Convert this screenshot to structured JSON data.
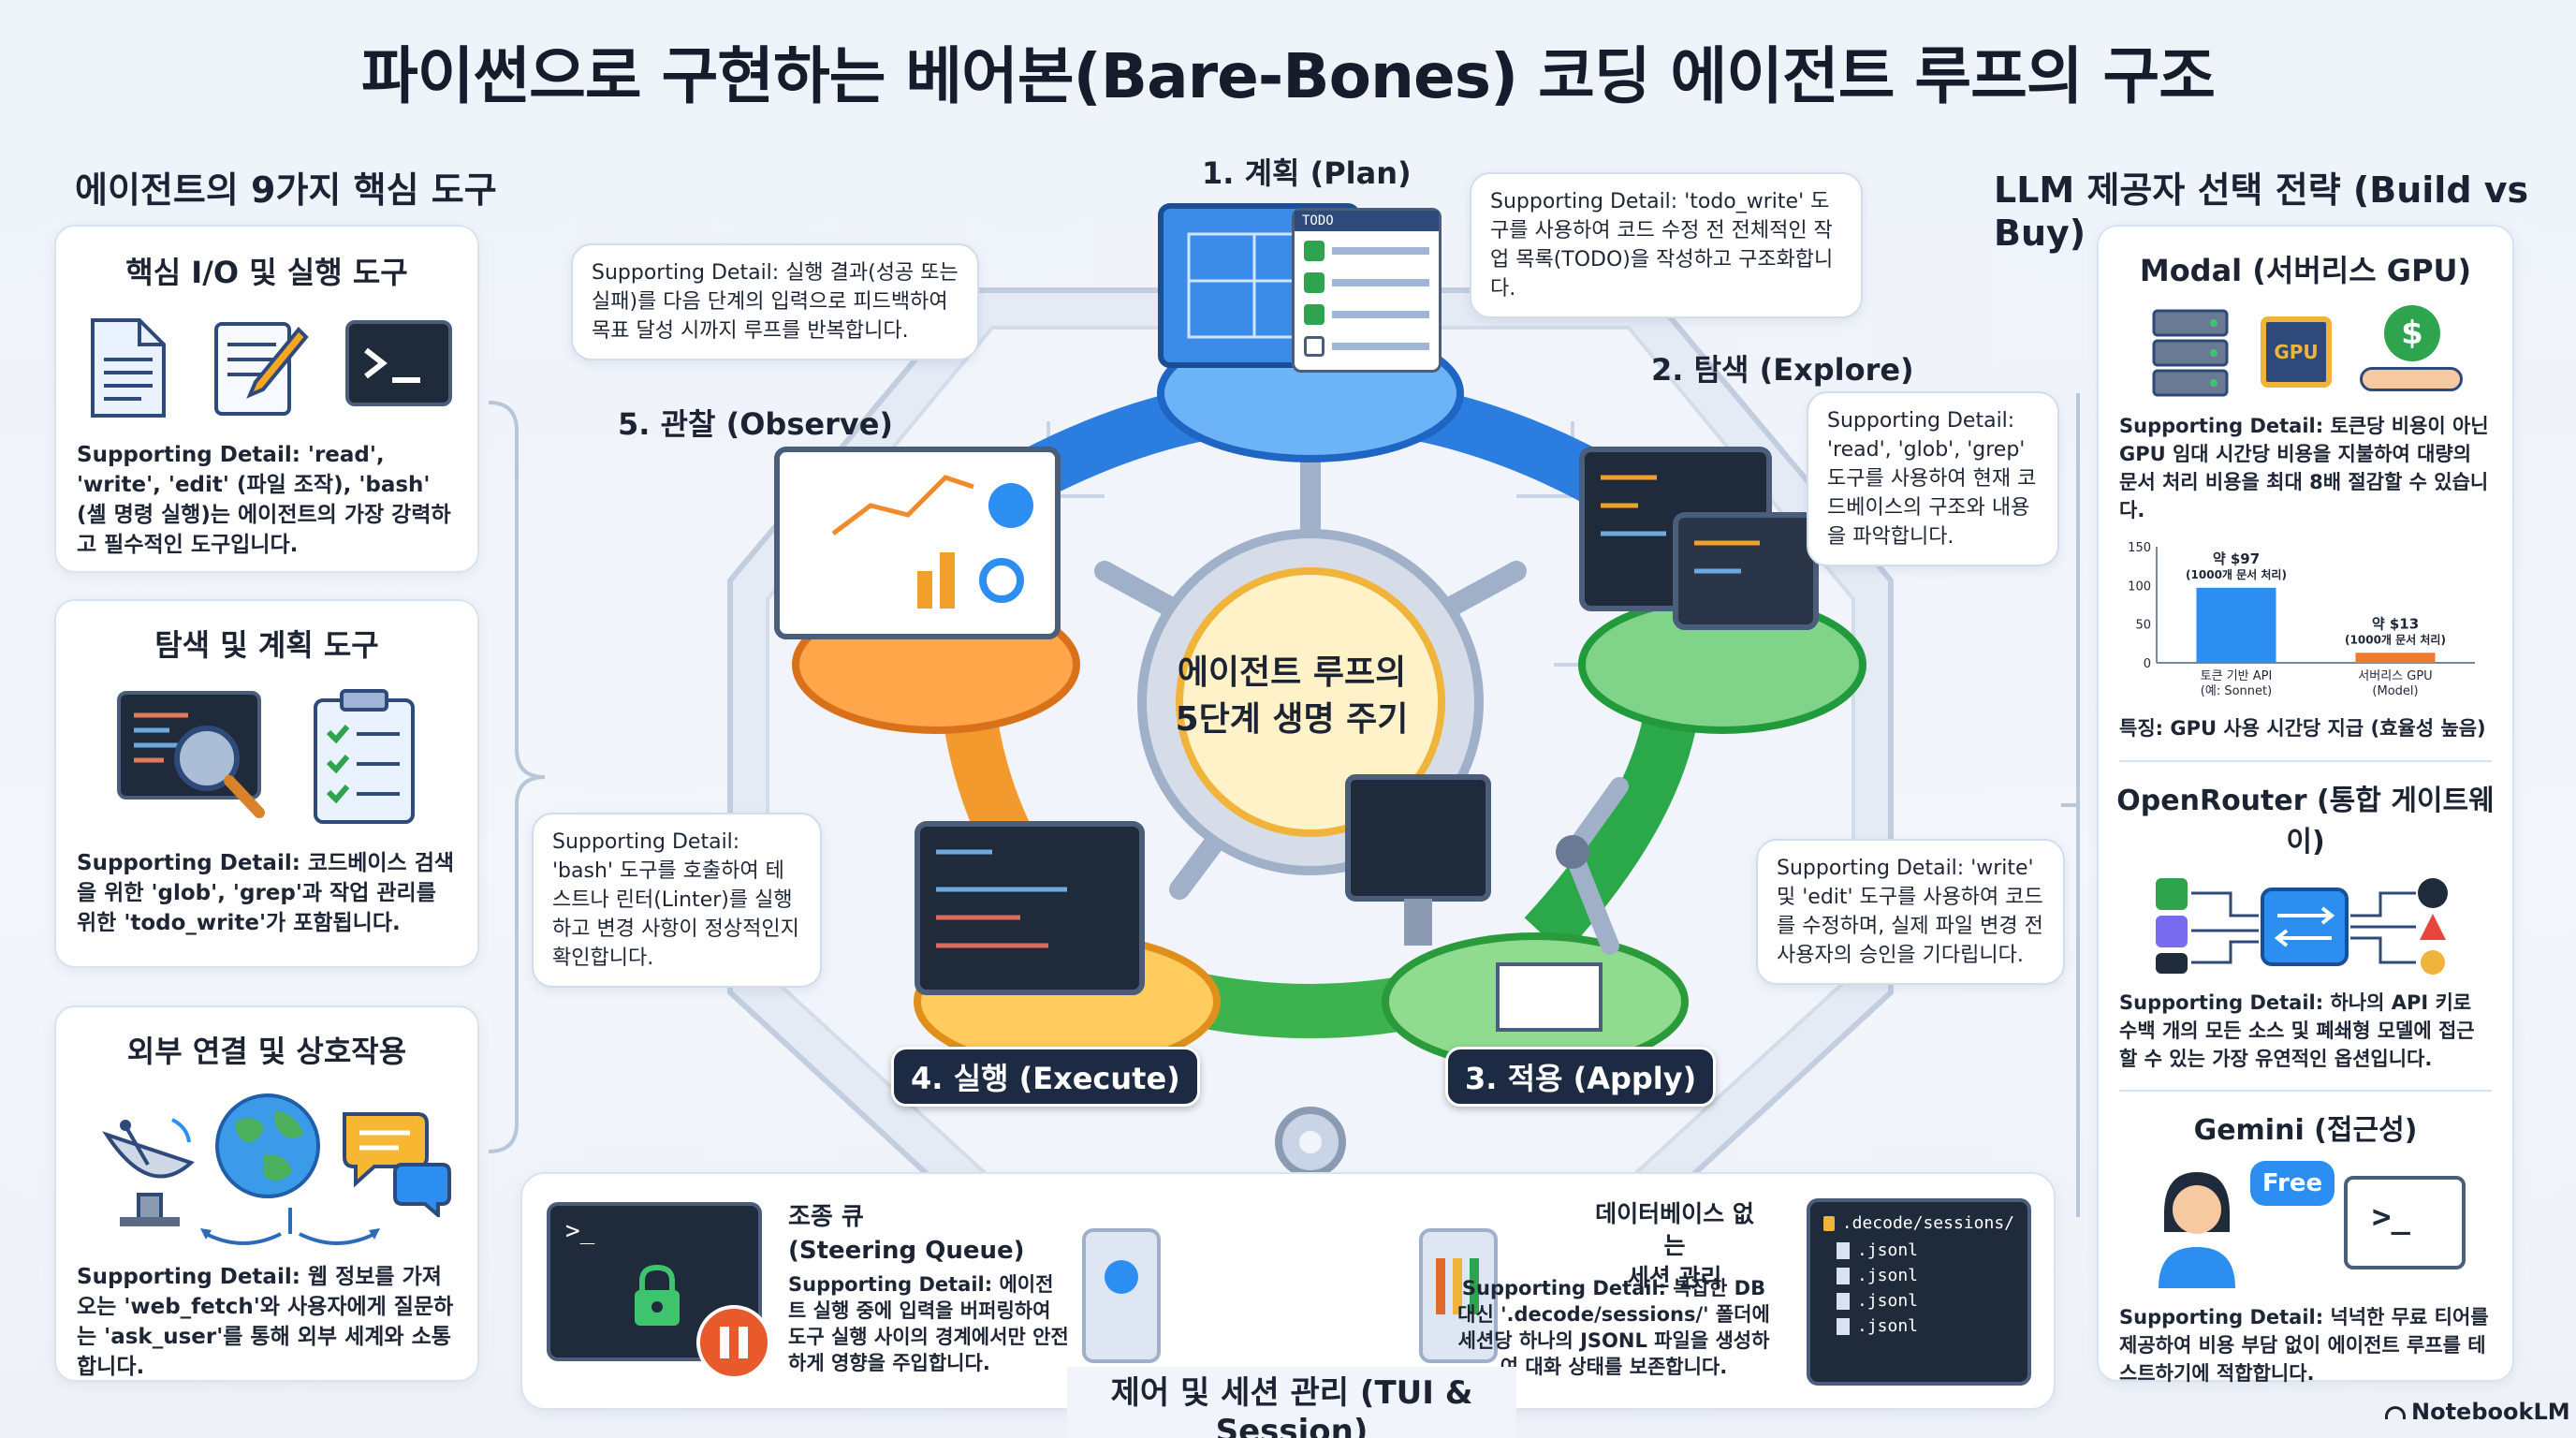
{
  "title": "파이썬으로 구현하는 베어본(Bare-Bones) 코딩 에이전트 루프의 구조",
  "left": {
    "heading": "에이전트의 9가지 핵심 도구",
    "cards": [
      {
        "title": "핵심 I/O 및 실행 도구",
        "detail": "Supporting Detail: 'read', 'write', 'edit' (파일 조작), 'bash' (셸 명령 실행)는 에이전트의 가장 강력하고 필수적인 도구입니다."
      },
      {
        "title": "탐색 및 계획 도구",
        "detail": "Supporting Detail: 코드베이스 검색을 위한 'glob', 'grep'과 작업 관리를 위한 'todo_write'가 포함됩니다."
      },
      {
        "title": "외부 연결 및 상호작용",
        "detail": "Supporting Detail: 웹 정보를 가져오는 'web_fetch'와 사용자에게 질문하는 'ask_user'를 통해 외부 세계와 소통합니다."
      }
    ]
  },
  "center": {
    "hub": "에이전트 루프의\n5단계 생명 주기",
    "stages": {
      "plan": "1. 계획 (Plan)",
      "explore": "2. 탐색 (Explore)",
      "apply": "3. 적용 (Apply)",
      "execute": "4. 실행 (Execute)",
      "observe": "5. 관찰 (Observe)"
    },
    "bubbles": {
      "plan": "Supporting Detail: 'todo_write' 도구를 사용하여 코드 수정 전 전체적인 작업 목록(TODO)을 작성하고 구조화합니다.",
      "explore": "Supporting Detail: 'read', 'glob', 'grep' 도구를 사용하여 현재 코드베이스의 구조와 내용을 파악합니다.",
      "apply": "Supporting Detail: 'write' 및 'edit' 도구를 사용하여 코드를 수정하며, 실제 파일 변경 전 사용자의 승인을 기다립니다.",
      "execute": "Supporting Detail: 'bash' 도구를 호출하여 테스트나 린터(Linter)를 실행하고 변경 사항이 정상적인지 확인합니다.",
      "observe": "Supporting Detail: 실행 결과(성공 또는 실패)를 다음 단계의 입력으로 피드백하여 목표 달성 시까지 루프를 반복합니다."
    },
    "plan_window_tab": "TODO"
  },
  "bottom": {
    "steering_title": "조종 큐\n(Steering Queue)",
    "steering_detail": "Supporting Detail: 에이전트 실행 중에 입력을 버퍼링하여 도구 실행 사이의 경계에서만 안전하게 영향을 주입합니다.",
    "session_title": "데이터베이스 없는\n세션 관리",
    "session_detail": "Supporting Detail: 복잡한 DB 대신 '.decode/sessions/' 폴더에 세션당 하나의 JSONL 파일을 생성하여 대화 상태를 보존합니다.",
    "footer": "제어 및 세션 관리 (TUI & Session)",
    "folder_path": ".decode/sessions/",
    "files": [
      ".jsonl",
      ".jsonl",
      ".jsonl",
      ".jsonl"
    ]
  },
  "right": {
    "heading": "LLM 제공자 선택 전략 (Build vs Buy)",
    "modal": {
      "title": "Modal (서버리스 GPU)",
      "detail": "Supporting Detail: 토큰당 비용이 아닌 GPU 임대 시간당 비용을 지불하여 대량의 문서 처리 비용을 최대 8배 절감할 수 있습니다.",
      "gpu_label": "GPU",
      "dollar": "$",
      "chart_note": "특징: GPU 사용 시간당 지급 (효율성 높음)"
    },
    "openrouter": {
      "title": "OpenRouter (통합 게이트웨이)",
      "detail": "Supporting Detail: 하나의 API 키로 수백 개의 모든 소스 및 폐쇄형 모델에 접근할 수 있는 가장 유연적인 옵션입니다."
    },
    "gemini": {
      "title": "Gemini (접근성)",
      "detail": "Supporting Detail: 넉넉한 무료 티어를 제공하여 비용 부담 없이 에이전트 루프를 테스트하기에 적합합니다.",
      "free_badge": "Free"
    }
  },
  "chart_data": {
    "type": "bar",
    "categories": [
      "토큰 기반 API\n(예: Sonnet)",
      "서버리스 GPU\n(Model)"
    ],
    "values": [
      97,
      13
    ],
    "data_labels": [
      "약 $97\n(1000개 문서 처리)",
      "약 $13\n(1000개 문서 처리)"
    ],
    "ylim": [
      0,
      150
    ],
    "yticks": [
      0,
      50,
      100,
      150
    ],
    "colors": [
      "#2b8ef0",
      "#f07a2b"
    ]
  },
  "brand": "NotebookLM"
}
